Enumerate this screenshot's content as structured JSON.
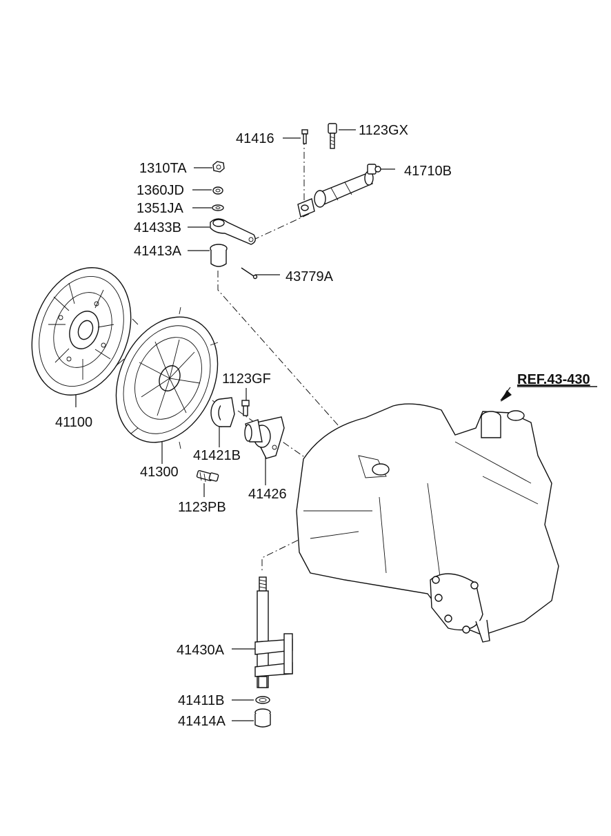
{
  "labels": {
    "p41416": "41416",
    "p1123GX": "1123GX",
    "p41710B": "41710B",
    "p1310TA": "1310TA",
    "p1360JD": "1360JD",
    "p1351JA": "1351JA",
    "p41433B": "41433B",
    "p41413A": "41413A",
    "p43779A": "43779A",
    "p1123GF": "1123GF",
    "ref": "REF.43-430",
    "p41100": "41100",
    "p41300": "41300",
    "p41421B": "41421B",
    "p41426": "41426",
    "p1123PB": "1123PB",
    "p41430A": "41430A",
    "p41411B": "41411B",
    "p41414A": "41414A"
  }
}
